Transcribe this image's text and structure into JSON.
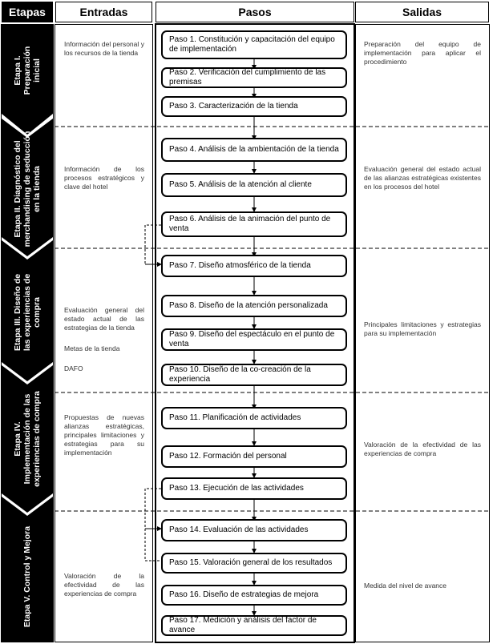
{
  "headers": {
    "etapas": "Etapas",
    "entradas": "Entradas",
    "pasos": "Pasos",
    "salidas": "Salidas"
  },
  "stages": [
    {
      "line1": "Etapa I.",
      "line2": "Preparación",
      "line3": "inicial"
    },
    {
      "line1": "Etapa II. Diagnóstico del",
      "line2": "merchandising de seducción",
      "line3": "en la tienda"
    },
    {
      "line1": "Etapa III. Diseño de",
      "line2": "las experiencias de",
      "line3": "compra"
    },
    {
      "line1": "Etapa IV.",
      "line2": "Implementación de las",
      "line3": "experiencias de compra"
    },
    {
      "line1": "Etapa V. Control y Mejora",
      "line2": "",
      "line3": ""
    }
  ],
  "steps": [
    "Paso 1. Constitución y capacitación del equipo de implementación",
    "Paso 2. Verificación del cumplimiento de las premisas",
    "Paso 3. Caracterización de la tienda",
    "Paso 4. Análisis de la ambientación de la tienda",
    "Paso 5. Análisis de la atención al cliente",
    "Paso 6. Análisis de la animación del punto de venta",
    "Paso 7. Diseño atmosférico de la tienda",
    "Paso 8. Diseño de la atención personalizada",
    "Paso 9. Diseño del espectáculo en el punto de venta",
    "Paso 10. Diseño de la co-creación de la experiencia",
    "Paso 11. Planificación de actividades",
    "Paso 12. Formación del personal",
    "Paso 13. Ejecución de las actividades",
    "Paso 14. Evaluación de las actividades",
    "Paso 15. Valoración general de los resultados",
    "Paso 16. Diseño de estrategias de mejora",
    "Paso 17. Medición y análisis del factor de avance"
  ],
  "inputs": [
    "Información del personal y los recursos de la tienda",
    "Información de los procesos estratégicos y clave del hotel",
    "Evaluación general del estado actual de las estrategias de la tienda",
    "Metas de la tienda",
    "DAFO",
    "Propuestas de nuevas alianzas estratégicas, principales limitaciones y estrategias para su implementación",
    "Valoración de la efectividad de las experiencias de compra"
  ],
  "outputs": [
    "Preparación del equipo de implementación para aplicar el procedimiento",
    "Evaluación general del estado actual de las alianzas estratégicas existentes en los procesos del hotel",
    "Principales limitaciones y estrategias para su implementación",
    "Valoración de la efectividad de las experiencias de compra",
    "Medida del nivel de avance"
  ]
}
